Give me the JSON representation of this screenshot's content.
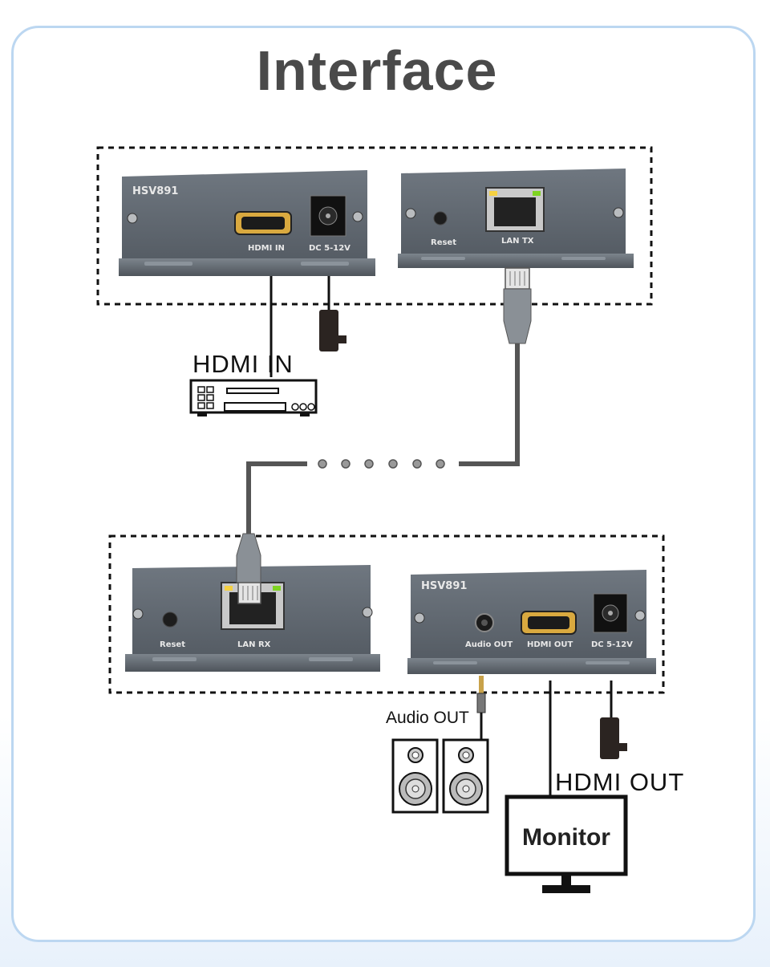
{
  "title": "Interface",
  "transmitter": {
    "model": "HSV891",
    "hdmi_port": "HDMI IN",
    "dc_port": "DC 5-12V",
    "reset_label": "Reset",
    "lan_port": "LAN TX"
  },
  "receiver": {
    "model": "HSV891",
    "reset_label": "Reset",
    "lan_port": "LAN RX",
    "audio_port": "Audio OUT",
    "hdmi_port": "HDMI OUT",
    "dc_port": "DC 5-12V"
  },
  "labels": {
    "hdmi_in": "HDMI IN",
    "audio_out": "Audio OUT",
    "hdmi_out": "HDMI OUT",
    "monitor": "Monitor"
  },
  "colors": {
    "device_body": "#5d656d",
    "border": "#bcd7f1",
    "title": "#4a4a4a",
    "led_green": "#7ed321",
    "led_yellow": "#f5d142"
  }
}
